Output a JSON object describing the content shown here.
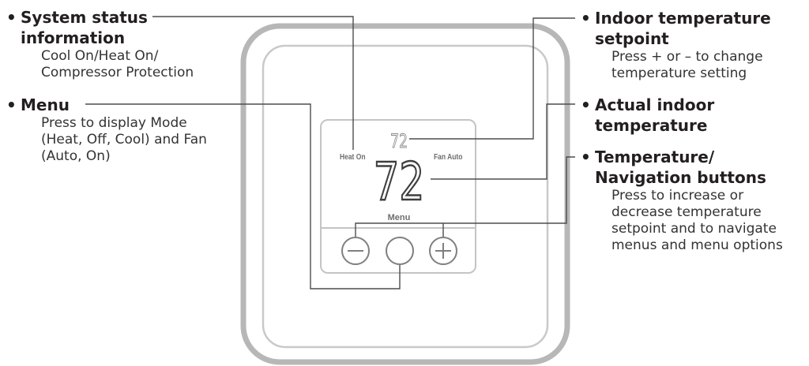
{
  "callouts": {
    "system_status": {
      "title_line1": "System status",
      "title_line2": "information",
      "desc_line1": "Cool On/Heat On/",
      "desc_line2": "Compressor Protection"
    },
    "menu": {
      "title": "Menu",
      "desc_line1": "Press to display Mode",
      "desc_line2": "(Heat, Off, Cool) and Fan",
      "desc_line3": "(Auto, On)"
    },
    "setpoint": {
      "title_line1": "Indoor temperature",
      "title_line2": "setpoint",
      "desc_line1": "Press + or – to change",
      "desc_line2": "temperature setting"
    },
    "actual_temp": {
      "title_line1": "Actual indoor",
      "title_line2": "temperature"
    },
    "nav_buttons": {
      "title_line1": "Temperature/",
      "title_line2": "Navigation buttons",
      "desc_line1": "Press to increase or",
      "desc_line2": "decrease temperature",
      "desc_line3": "setpoint and to navigate",
      "desc_line4": "menus and menu options"
    }
  },
  "display": {
    "status_text": "Heat On",
    "fan_text": "Fan Auto",
    "setpoint_value": "72",
    "temperature_value": "72",
    "menu_label": "Menu"
  },
  "icons": {
    "minus": "minus-icon",
    "plus": "plus-icon"
  },
  "colors": {
    "body_stroke": "#b7b7b7",
    "inner_stroke": "#c9c9c9",
    "leader": "#4d4d4d",
    "lcd_text": "#6e6e6e",
    "lcd_digits": "#3f3f3f"
  }
}
